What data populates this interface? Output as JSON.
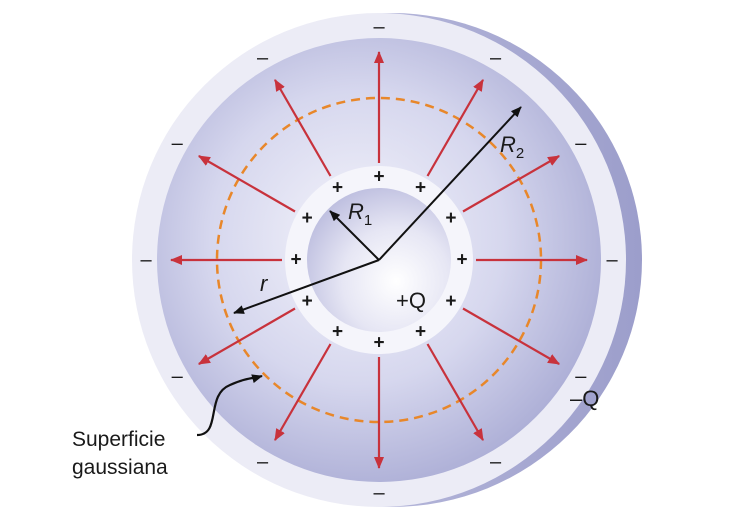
{
  "labels": {
    "r1_main": "R",
    "r1_sub": "1",
    "r2_main": "R",
    "r2_sub": "2",
    "r": "r",
    "inner_charge": "+Q",
    "outer_charge": "–Q",
    "gauss_line1": "Superficie",
    "gauss_line2": "gaussiana"
  },
  "symbols": {
    "plus": "+",
    "minus": "–"
  },
  "colors": {
    "field_arrow": "#c8323c",
    "gaussian_surface": "#e8872a",
    "shell": "#b8b9de",
    "arrow_black": "#111111"
  }
}
